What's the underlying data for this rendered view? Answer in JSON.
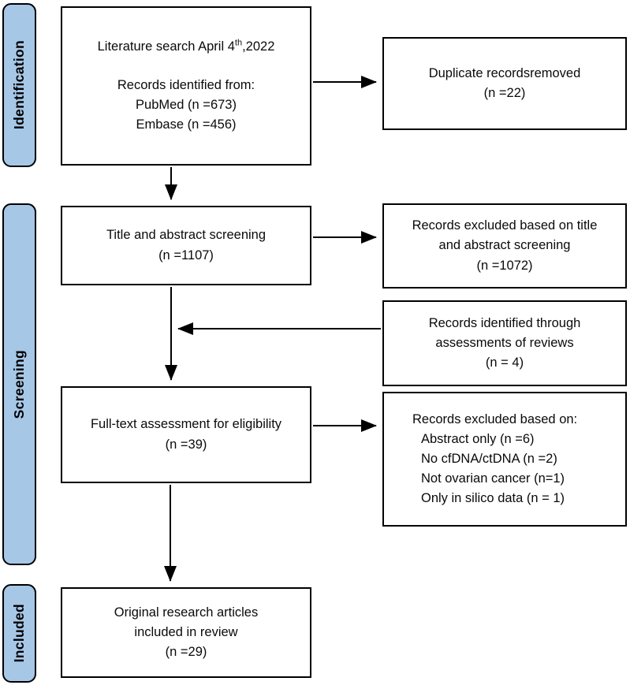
{
  "figure": {
    "kind": "PRISMA literature screening flow diagram"
  },
  "colors": {
    "stage_fill": "#a7c7e7",
    "border": "#000000",
    "background": "#ffffff"
  },
  "sidebar": {
    "stages": [
      {
        "label": "Identification"
      },
      {
        "label": "Screening"
      },
      {
        "label": "Included"
      }
    ]
  },
  "boxes": {
    "literature": {
      "line1_prefix": "Literature search April 4",
      "line1_sup": "th",
      "line1_suffix": ",2022",
      "line2": "Records identified from:",
      "line3": "PubMed (n =673)",
      "line4": "Embase (n =456)"
    },
    "duplicates": {
      "line1": "Duplicate recordsremoved",
      "line2": "(n =22)"
    },
    "title_screening": {
      "line1": "Title and abstract screening",
      "line2": "(n =1107)"
    },
    "excluded_title": {
      "line1": "Records excluded based on title",
      "line2": "and abstract screening",
      "line3": "(n =1072)"
    },
    "reviews": {
      "line1": "Records identified through",
      "line2": "assessments of reviews",
      "line3": "(n = 4)"
    },
    "fulltext": {
      "line1": "Full-text assessment for eligibility",
      "line2": "(n =39)"
    },
    "excluded_fulltext": {
      "heading": "Records excluded based on:",
      "items": [
        "Abstract only (n =6)",
        "No cfDNA/ctDNA (n =2)",
        "Not ovarian cancer (n=1)",
        "Only in silico data (n = 1)"
      ]
    },
    "included": {
      "line1": "Original research articles",
      "line2": "included in review",
      "line3": "(n =29)"
    }
  }
}
